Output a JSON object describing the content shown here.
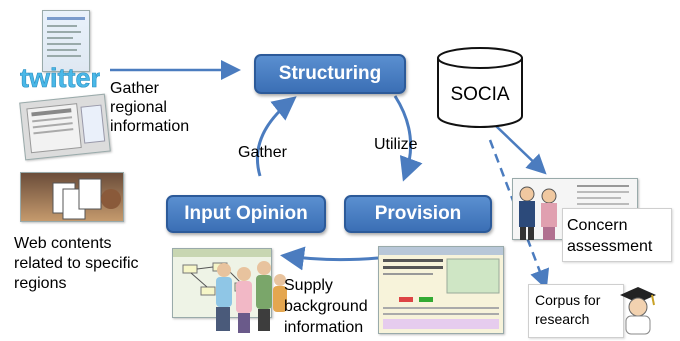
{
  "nodes": {
    "structuring": "Structuring",
    "input_opinion": "Input Opinion",
    "provision": "Provision",
    "database": "SOCIA"
  },
  "edge_labels": {
    "gather_regional": "Gather regional information",
    "gather": "Gather",
    "utilize": "Utilize",
    "supply": "Supply background information"
  },
  "labels": {
    "web_contents": "Web contents related to specific regions",
    "concern": "Concern assessment",
    "corpus": "Corpus for research"
  },
  "logo": {
    "text": "twitter"
  },
  "colors": {
    "box": "#4a7fc4",
    "arrow": "#4b7cbf",
    "twitter_fill": "#4ab8e8"
  }
}
